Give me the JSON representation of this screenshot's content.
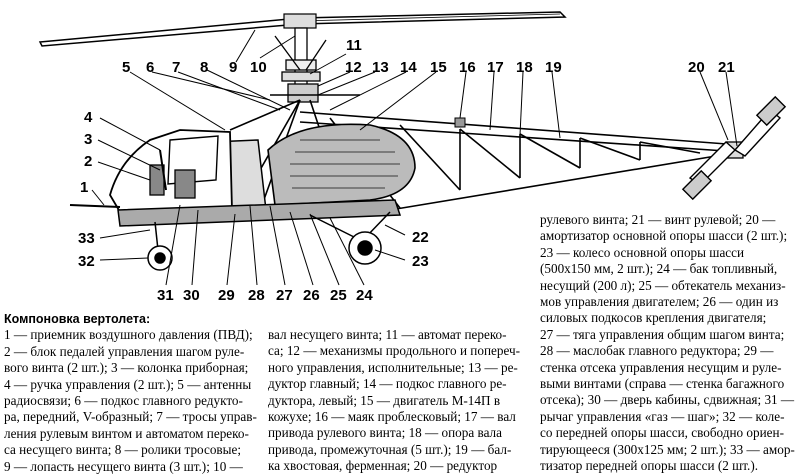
{
  "callouts": [
    "1",
    "2",
    "3",
    "4",
    "5",
    "6",
    "7",
    "8",
    "9",
    "10",
    "11",
    "12",
    "13",
    "14",
    "15",
    "16",
    "17",
    "18",
    "19",
    "20",
    "21",
    "22",
    "23",
    "24",
    "25",
    "26",
    "27",
    "28",
    "29",
    "30",
    "31",
    "32",
    "33"
  ],
  "caption": {
    "title": "Компоновка вертолета:",
    "col1": [
      "1 — приемник воздушного давления (ПВД);",
      "2 — блок педалей управления шагом руле-",
      "вого винта (2 шт.); 3 — колонка приборная;",
      "4 — ручка управления (2 шт.); 5 — антенны",
      "радиосвязи; 6 — подкос главного редукто-",
      "ра, передний, V-образный; 7 — тросы управ-",
      "ления рулевым винтом и автоматом переко-",
      "са несущего винта; 8 — ролики тросовые;",
      "9 — лопасть несущего винта (3 шт.); 10 —"
    ],
    "col2": [
      "вал несущего винта; 11 — автомат переко-",
      "са; 12 — механизмы продольного и попереч-",
      "ного управления, исполнительные; 13 — ре-",
      "дуктор главный; 14 — подкос главного ре-",
      "дуктора, левый; 15 — двигатель М-14П в",
      "кожухе; 16 — маяк проблесковый; 17 — вал",
      "привода рулевого винта; 18 — опора вала",
      "привода, промежуточная (5 шт.); 19 — бал-",
      "ка хвостовая, ферменная; 20 — редуктор"
    ],
    "col3": [
      "рулевого винта; 21 — винт рулевой; 20 —",
      "амортизатор основной опоры шасси (2 шт.);",
      "23 — колесо основной опоры шасси",
      "(500х150 мм, 2 шт.); 24 — бак топливный,",
      "несущий (200 л); 25 — обтекатель механиз-",
      "мов управления двигателем; 26 — один из",
      "силовых подкосов крепления двигателя;",
      "27 — тяга управления общим шагом винта;",
      "28 — маслобак главного редуктора; 29 —",
      "стенка отсека управления несущим и руле-",
      "выми винтами (справа — стенка багажного",
      "отсека); 30 — дверь кабины, сдвижная; 31 —",
      "рычаг управления «газ — шаг»; 32 — коле-",
      "со передней опоры шасси, свободно ориен-",
      "тирующееся (300х125 мм; 2 шт.); 33 — амор-",
      "тизатор передней опоры шасси (2 шт.)."
    ]
  }
}
